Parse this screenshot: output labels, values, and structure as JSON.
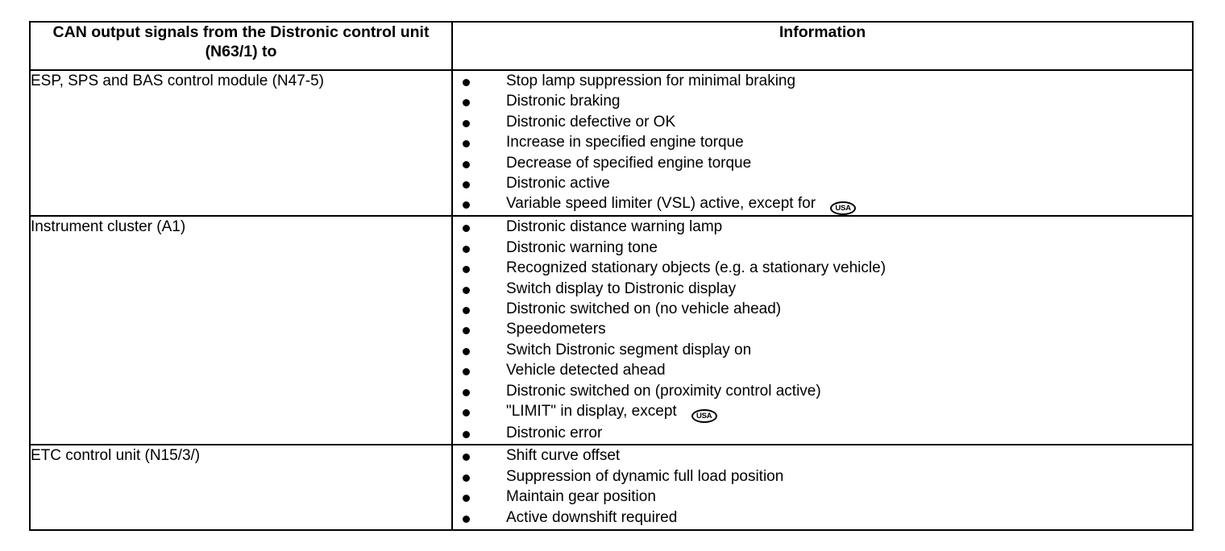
{
  "table": {
    "headers": {
      "left": "CAN output signals from the Distronic control unit (N63/1) to",
      "right": "Information"
    },
    "badge": {
      "label": "USA",
      "name": "usa-oval-badge"
    },
    "rows": [
      {
        "label": "ESP, SPS and BAS control module (N47-5)",
        "items": [
          {
            "text": "Stop lamp suppression for minimal braking",
            "badge": false
          },
          {
            "text": "Distronic braking",
            "badge": false
          },
          {
            "text": "Distronic defective or OK",
            "badge": false
          },
          {
            "text": "Increase in specified engine torque",
            "badge": false
          },
          {
            "text": "Decrease of specified engine torque",
            "badge": false
          },
          {
            "text": "Distronic active",
            "badge": false
          },
          {
            "text": "Variable speed limiter (VSL) active, except for",
            "badge": true
          }
        ]
      },
      {
        "label": "Instrument cluster (A1)",
        "items": [
          {
            "text": "Distronic distance warning lamp",
            "badge": false
          },
          {
            "text": "Distronic warning tone",
            "badge": false
          },
          {
            "text": "Recognized stationary objects (e.g. a stationary vehicle)",
            "badge": false
          },
          {
            "text": "Switch display to Distronic display",
            "badge": false
          },
          {
            "text": "Distronic switched on (no vehicle ahead)",
            "badge": false
          },
          {
            "text": "Speedometers",
            "badge": false
          },
          {
            "text": "Switch Distronic segment display on",
            "badge": false
          },
          {
            "text": "Vehicle detected ahead",
            "badge": false
          },
          {
            "text": "Distronic switched on (proximity control active)",
            "badge": false
          },
          {
            "text": "\"LIMIT\" in display, except",
            "badge": true
          },
          {
            "text": "Distronic error",
            "badge": false
          }
        ]
      },
      {
        "label": "ETC control unit (N15/3/)",
        "items": [
          {
            "text": "Shift curve offset",
            "badge": false
          },
          {
            "text": "Suppression of dynamic full load position",
            "badge": false
          },
          {
            "text": "Maintain gear position",
            "badge": false
          },
          {
            "text": "Active downshift required",
            "badge": false
          }
        ]
      }
    ]
  }
}
